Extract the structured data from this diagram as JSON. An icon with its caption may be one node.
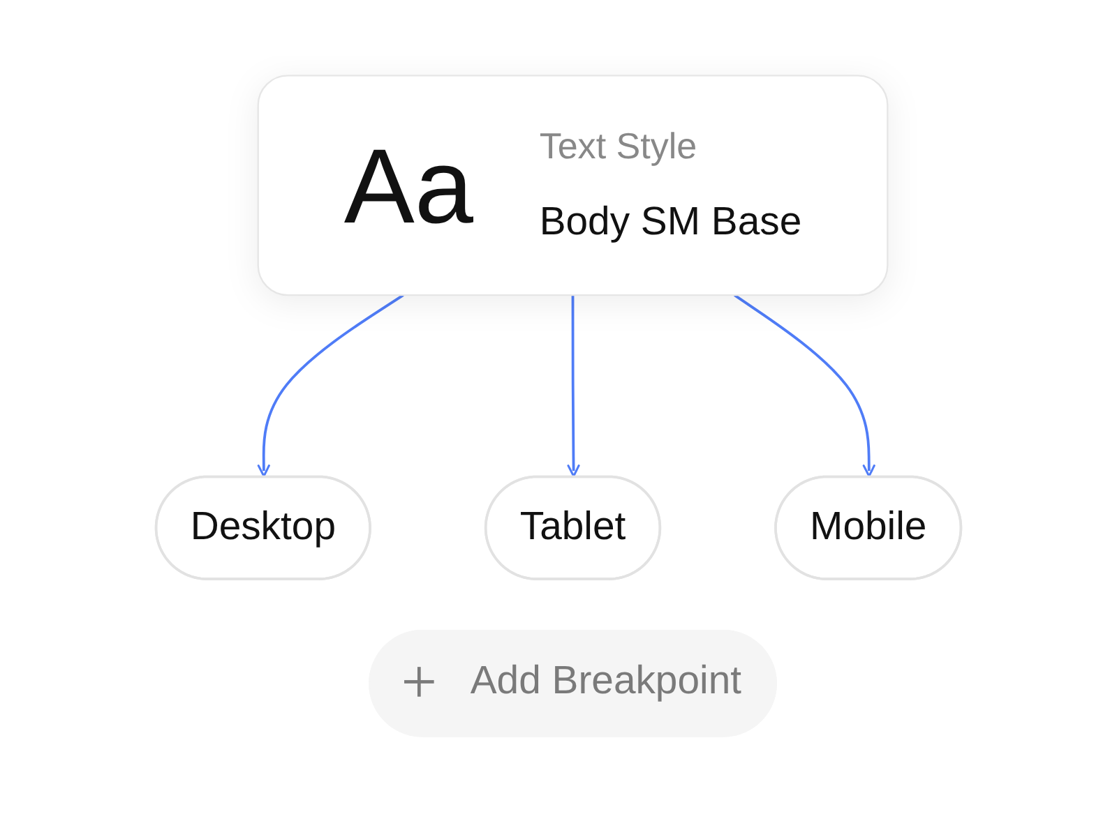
{
  "diagram": {
    "nodes": [
      {
        "text": [
          "Aa",
          "Text Style",
          "Body SM Base"
        ]
      },
      {
        "text": [
          "Desktop"
        ]
      },
      {
        "text": [
          "Tablet"
        ]
      },
      {
        "text": [
          "Mobile"
        ]
      },
      {
        "text": [
          "Add Breakpoint"
        ]
      }
    ],
    "edges": [
      {
        "from": 0,
        "to": 1,
        "arrow": "to"
      },
      {
        "from": 0,
        "to": 2,
        "arrow": "to"
      },
      {
        "from": 0,
        "to": 3,
        "arrow": "to"
      }
    ]
  }
}
